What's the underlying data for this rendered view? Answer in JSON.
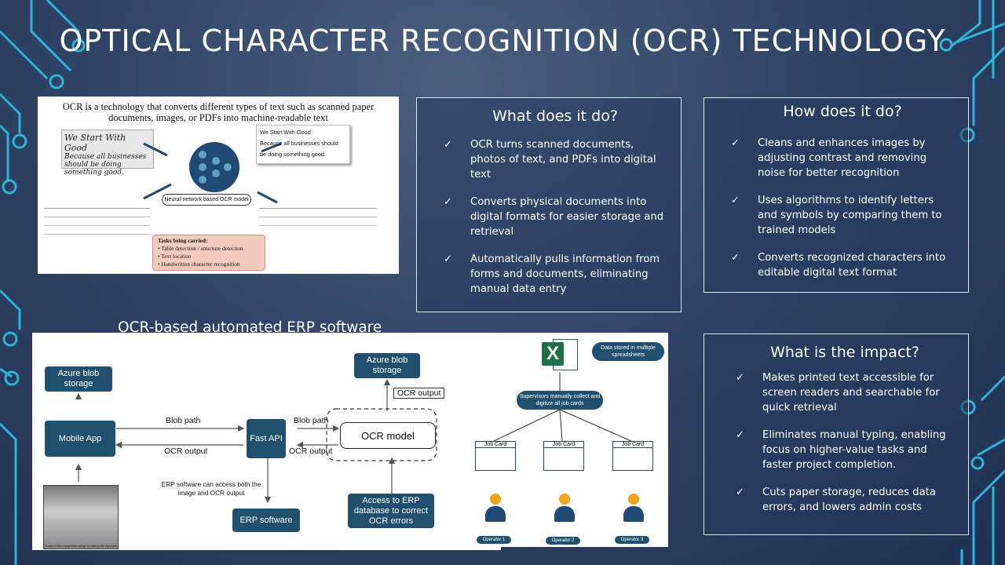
{
  "title": "OPTICAL CHARACTER RECOGNITION (OCR) TECHNOLOGY",
  "ocr_figure": {
    "caption": "OCR is a technology that converts different types of text such as scanned paper documents, images, or PDFs into machine-readable text",
    "handwritten_line1": "We Start With Good",
    "handwritten_line2": "Because all businesses should be doing something good.",
    "output_line1": "We Start With Good",
    "output_line2": "Because all businesses should",
    "output_line3": "be doing something good.",
    "model_label": "Neural-network based OCR model",
    "tasks_title": "Tasks being carried:",
    "tasks": [
      "Table detection / structure detection",
      "Text location",
      "Handwritten character recognition"
    ]
  },
  "what": {
    "heading": "What does it do?",
    "items": [
      "OCR turns scanned documents, photos of text, and PDFs into digital text",
      "Converts physical documents into digital formats for easier storage and retrieval",
      "Automatically pulls information from forms and documents, eliminating manual data entry"
    ]
  },
  "how": {
    "heading": "How does it do?",
    "items": [
      "Cleans and enhances images by adjusting contrast and removing noise for better recognition",
      "Uses algorithms to identify letters and symbols by comparing them to trained models",
      "Converts recognized characters into editable digital text format"
    ]
  },
  "impact": {
    "heading": "What is the impact?",
    "items": [
      "Makes printed text accessible for screen readers and searchable for quick retrieval",
      "Eliminates manual typing, enabling focus on higher-value tasks and faster project completion.",
      "Cuts paper storage, reduces data errors, and lowers admin costs"
    ]
  },
  "check": "✓",
  "erp": {
    "heading": "OCR-based automated ERP software",
    "azure1": "Azure blob storage",
    "azure2": "Azure blob storage",
    "mobile": "Mobile App",
    "fastapi": "Fast API",
    "ocr_model": "OCR model",
    "erp_software": "ERP software",
    "access": "Access to ERP database to correct OCR errors",
    "blob_path1": "Blob path",
    "blob_path2": "Blob path",
    "ocr_output1": "OCR output",
    "ocr_output2": "OCR output",
    "ocr_output3": "OCR output",
    "erp_note": "ERP software can access both the image and OCR output",
    "photo_caption": "Photo of the equipment setup for taking the light test"
  },
  "manual": {
    "stored": "Data stored in multiple spreadsheets",
    "supervisors": "Supervisors manually collect and digitize all job cards",
    "job_card": "Job Card",
    "operators": [
      "Operator 1",
      "Operator 2",
      "Operator 3"
    ]
  },
  "colors": {
    "accent": "#21506e",
    "deco": "#2fb3d9"
  }
}
